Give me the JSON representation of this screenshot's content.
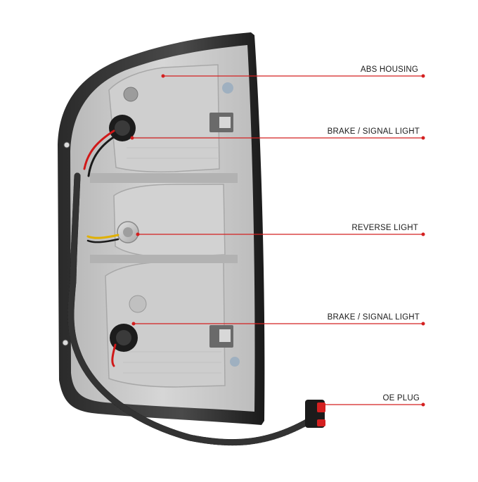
{
  "callouts": [
    {
      "id": "abs-housing",
      "label": "ABS HOUSING"
    },
    {
      "id": "brake-signal-upper",
      "label": "BRAKE / SIGNAL LIGHT"
    },
    {
      "id": "reverse-light",
      "label": "REVERSE LIGHT"
    },
    {
      "id": "brake-signal-lower",
      "label": "BRAKE / SIGNAL LIGHT"
    },
    {
      "id": "oe-plug",
      "label": "OE PLUG"
    }
  ],
  "colors": {
    "callout_line": "#d42020",
    "housing_gray": "#c9c9c9",
    "frame_dark": "#1e1e1e"
  }
}
